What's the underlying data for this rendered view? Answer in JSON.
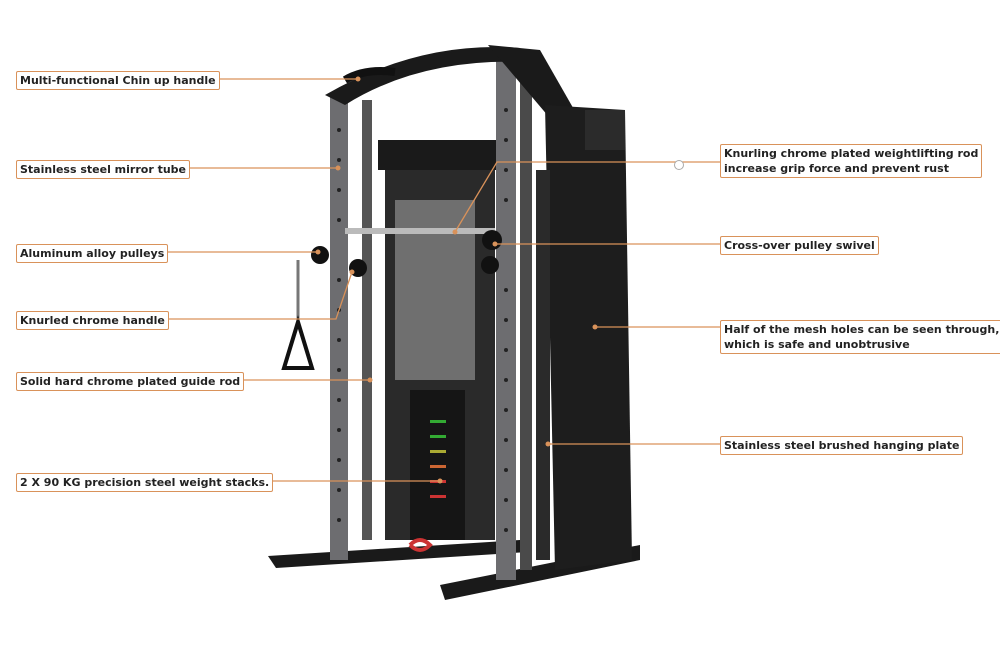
{
  "accent_color": "#d9925a",
  "callouts_left": [
    {
      "text": "Multi-functional Chin up handle"
    },
    {
      "text": "Stainless steel mirror tube"
    },
    {
      "text": "Aluminum alloy pulleys"
    },
    {
      "text": "Knurled chrome handle"
    },
    {
      "text": "Solid hard chrome plated guide rod"
    },
    {
      "text": "2 X 90 KG precision steel weight stacks."
    }
  ],
  "callouts_right": [
    {
      "line1": "Knurling chrome plated weightlifting rod",
      "line2": "increase grip force and prevent rust"
    },
    {
      "text": "Cross-over pulley swivel"
    },
    {
      "line1": "Half of the mesh holes can be seen through,",
      "line2": "which is safe and unobtrusive"
    },
    {
      "text": "Stainless steel brushed hanging plate"
    }
  ]
}
